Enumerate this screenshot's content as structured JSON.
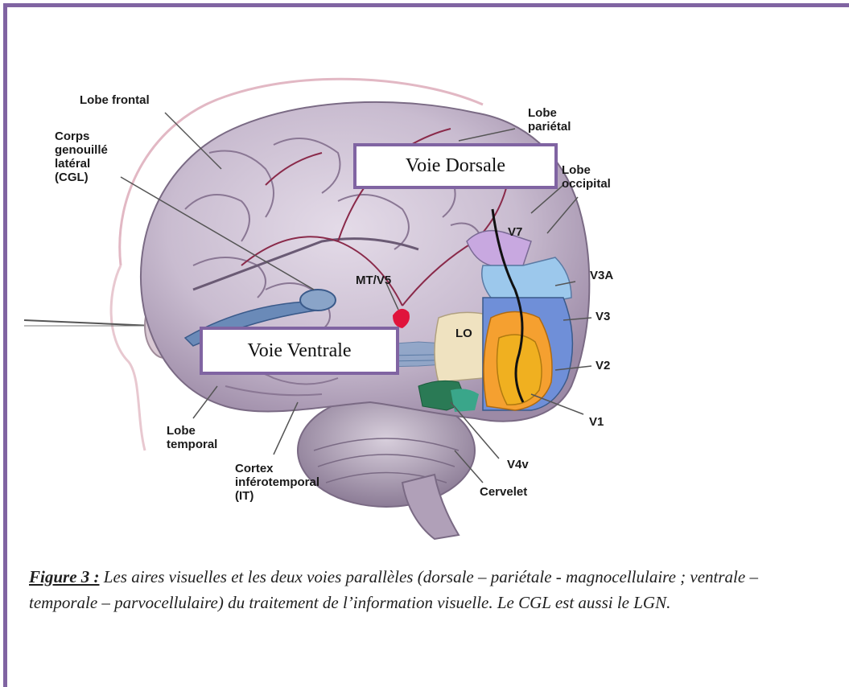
{
  "figure": {
    "labels": {
      "lobe_frontal": "Lobe frontal",
      "cgl": "Corps\ngenouillé\nlatéral\n(CGL)",
      "lobe_parietal": "Lobe\npariétal",
      "lobe_occipital": "Lobe\noccipital",
      "v7": "V7",
      "v3a": "V3A",
      "mt_v5": "MT/V5",
      "v3": "V3",
      "lo": "LO",
      "v2": "V2",
      "v1": "V1",
      "lobe_temporal": "Lobe\ntemporal",
      "cortex_it": "Cortex\ninférotemporal\n(IT)",
      "v4v": "V4v",
      "cervelet": "Cervelet"
    },
    "dorsal_box": "Voie Dorsale",
    "ventral_box": "Voie Ventrale",
    "colors": {
      "frame": "#8064a2",
      "v1": "#f0b020",
      "v2": "#f5a030",
      "v3": "#6f8fd8",
      "v3a": "#9cc8ec",
      "v7": "#c8a8e0",
      "lo": "#efe2c0",
      "mt": "#e0143c",
      "v4v": "#2a7a55",
      "brain": "#c9bcd0"
    }
  },
  "caption": {
    "label": "Figure 3 :",
    "text": " Les aires visuelles et les deux voies parallèles (dorsale – pariétale - magnocellulaire ; ventrale – temporale – parvocellulaire) du traitement de l’information visuelle. Le CGL est aussi le LGN."
  }
}
